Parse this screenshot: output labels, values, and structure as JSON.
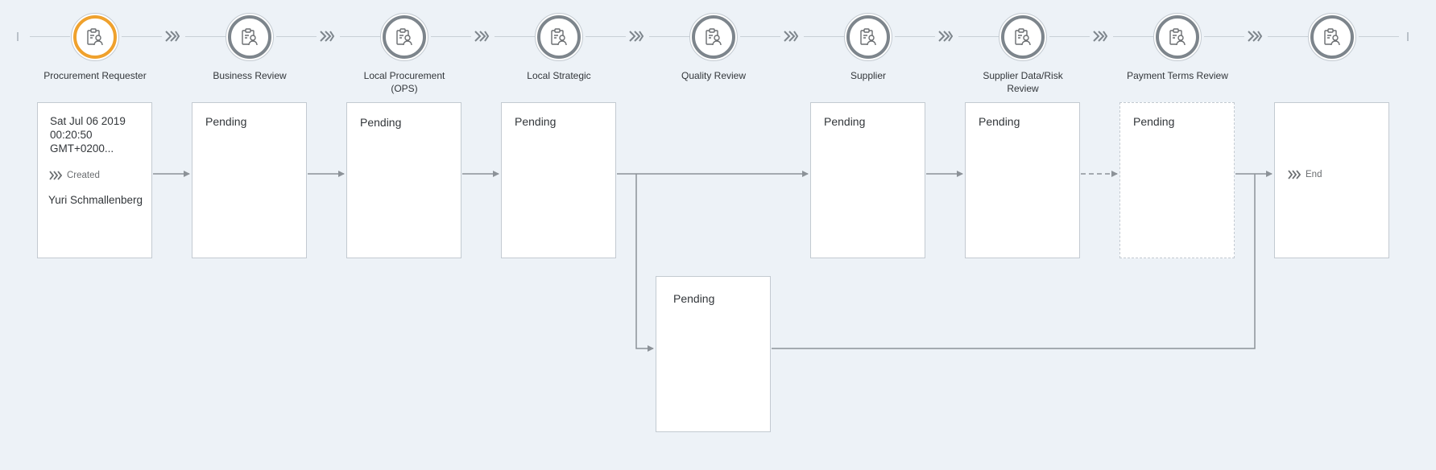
{
  "steps": [
    {
      "label": "Procurement Requester",
      "active": true
    },
    {
      "label": "Business Review"
    },
    {
      "label": "Local Procurement (OPS)"
    },
    {
      "label": "Local Strategic"
    },
    {
      "label": "Quality Review"
    },
    {
      "label": "Supplier"
    },
    {
      "label": "Supplier Data/Risk Review"
    },
    {
      "label": "Payment Terms Review"
    },
    {
      "label": ""
    }
  ],
  "cards": {
    "requester": {
      "date": "Sat Jul 06 2019 00:20:50 GMT+0200...",
      "state": "Created",
      "user": "Yuri Schmallenberg"
    },
    "business_review": {
      "status": "Pending"
    },
    "local_procurement": {
      "status": "Pending"
    },
    "local_strategic": {
      "status": "Pending"
    },
    "supplier": {
      "status": "Pending"
    },
    "supplier_data_risk": {
      "status": "Pending"
    },
    "payment_terms": {
      "status": "Pending"
    },
    "branch": {
      "status": "Pending"
    },
    "end": {
      "label": "End"
    }
  },
  "icons": {
    "step": "clipboard-user-icon",
    "header_arrow": "double-chevron-right-icon",
    "state": "triple-chevron-right-icon"
  },
  "colors": {
    "background": "#edf2f7",
    "active_ring": "#efa12d",
    "ring": "#7d858c",
    "connector": "#8c9298",
    "text": "#32363a"
  }
}
